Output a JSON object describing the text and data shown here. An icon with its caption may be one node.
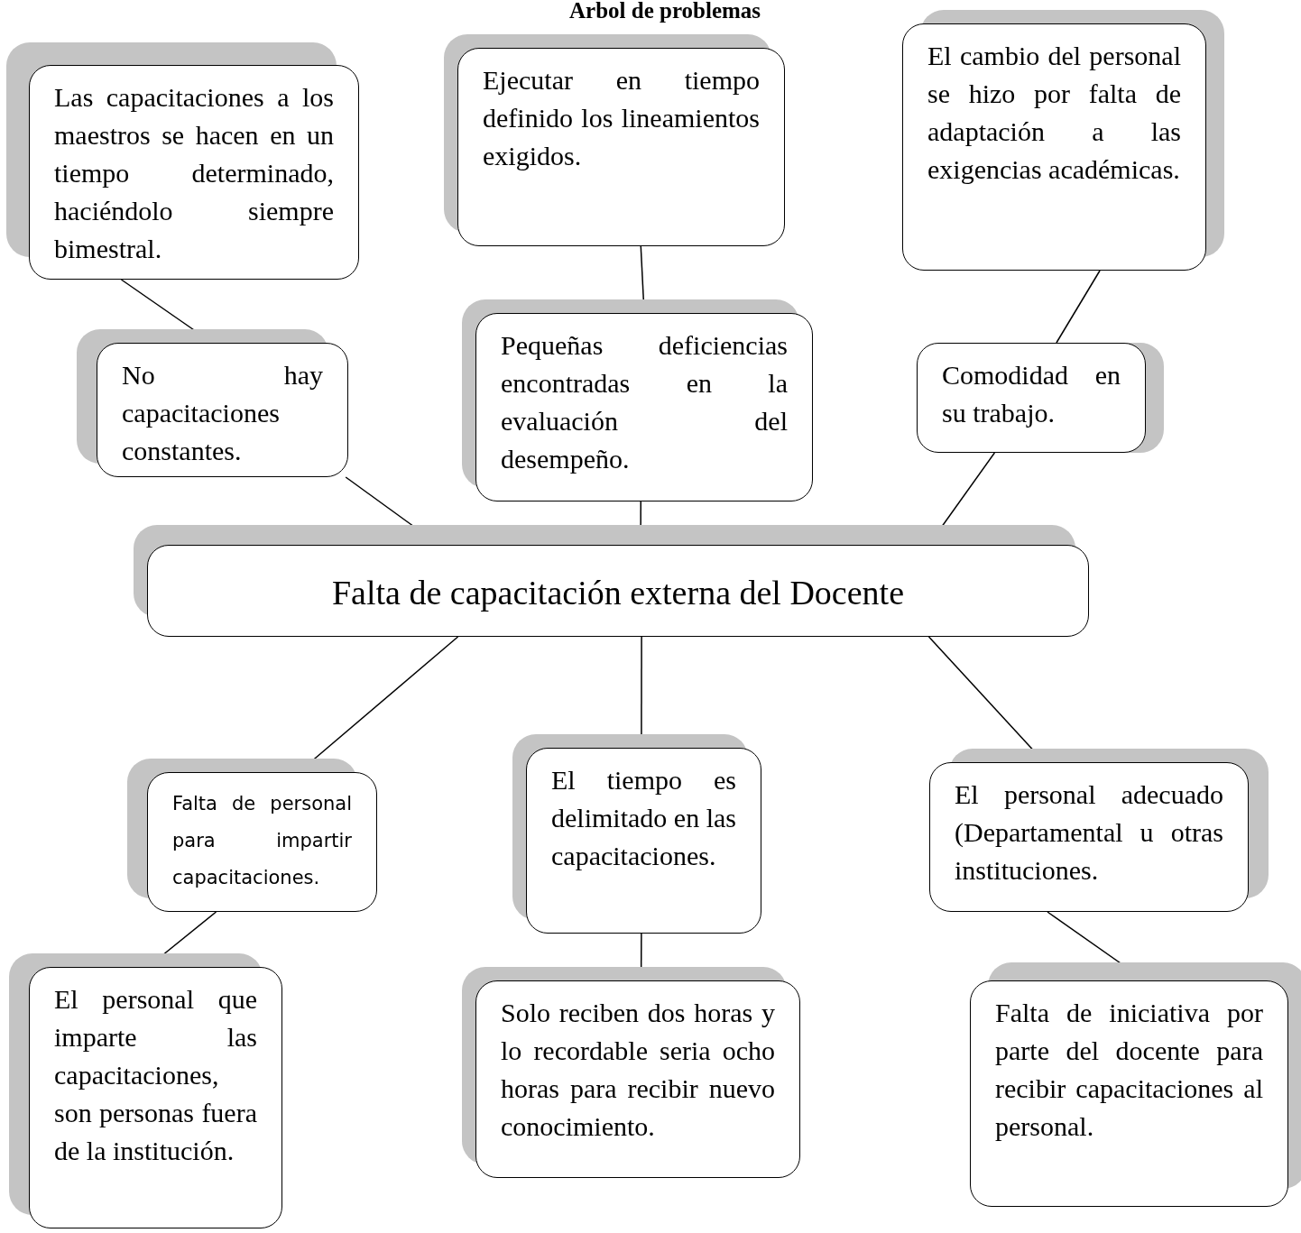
{
  "diagram": {
    "title": "Arbol de problemas",
    "nodes": [
      {
        "text": [
          "Las capacitaciones a los maestros se hacen en un tiempo determinado, haciéndolo siempre bimestral."
        ]
      },
      {
        "text": [
          "Ejecutar en tiempo definido los lineamientos exigidos."
        ]
      },
      {
        "text": [
          "El cambio del personal se hizo por falta de adaptación a las exigencias académicas."
        ]
      },
      {
        "text": [
          "No hay capacitaciones constantes."
        ]
      },
      {
        "text": [
          "Pequeñas deficiencias encontradas en la evaluación del desempeño."
        ]
      },
      {
        "text": [
          "Comodidad en su trabajo."
        ]
      },
      {
        "text": [
          "Falta de capacitación externa del Docente"
        ]
      },
      {
        "text": [
          "Falta de personal para impartir capacitaciones."
        ]
      },
      {
        "text": [
          "El tiempo es delimitado en las capacitaciones."
        ]
      },
      {
        "text": [
          "El personal adecuado (Departamental u otras instituciones."
        ]
      },
      {
        "text": [
          "El personal que imparte las capacitaciones, son personas fuera de la institución."
        ]
      },
      {
        "text": [
          "Solo reciben dos horas y lo recordable seria ocho horas para recibir nuevo conocimiento."
        ]
      },
      {
        "text": [
          "Falta de iniciativa por parte del docente para recibir capacitaciones al personal."
        ]
      }
    ],
    "edges": [
      {
        "from": 0,
        "to": 3,
        "arrow": "none"
      },
      {
        "from": 1,
        "to": 4,
        "arrow": "none"
      },
      {
        "from": 2,
        "to": 5,
        "arrow": "none"
      },
      {
        "from": 3,
        "to": 6,
        "arrow": "none"
      },
      {
        "from": 4,
        "to": 6,
        "arrow": "none"
      },
      {
        "from": 5,
        "to": 6,
        "arrow": "none"
      },
      {
        "from": 6,
        "to": 7,
        "arrow": "none"
      },
      {
        "from": 6,
        "to": 8,
        "arrow": "none"
      },
      {
        "from": 6,
        "to": 9,
        "arrow": "none"
      },
      {
        "from": 7,
        "to": 10,
        "arrow": "none"
      },
      {
        "from": 8,
        "to": 11,
        "arrow": "none"
      },
      {
        "from": 9,
        "to": 12,
        "arrow": "none"
      }
    ]
  }
}
